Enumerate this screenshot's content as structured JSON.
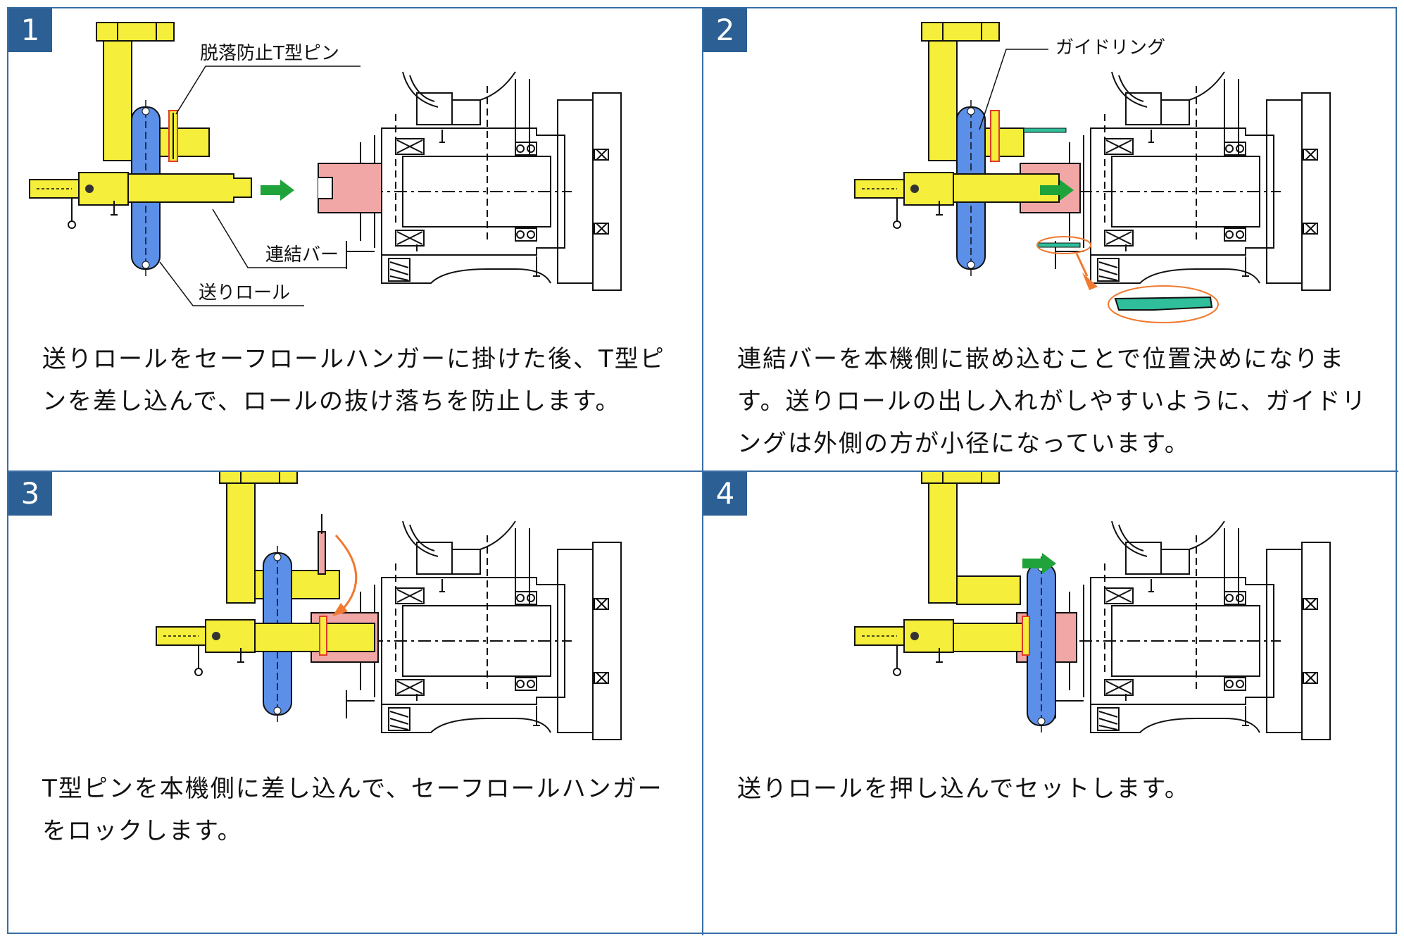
{
  "steps": [
    {
      "number": "1",
      "caption": "送りロールをセーフロールハンガーに掛けた後、T型ピンを差し込んで、ロールの抜け落ちを防止します。",
      "callouts": [
        "脱落防止T型ピン",
        "連結バー",
        "送りロール"
      ]
    },
    {
      "number": "2",
      "caption": "連結バーを本機側に嵌め込むことで位置決めになります。送りロールの出し入れがしやすいように、ガイドリングは外側の方が小径になっています。",
      "callouts": [
        "ガイドリング"
      ]
    },
    {
      "number": "3",
      "caption": "T型ピンを本機側に差し込んで、セーフロールハンガーをロックします。",
      "callouts": []
    },
    {
      "number": "4",
      "caption": "送りロールを押し込んでセットします。",
      "callouts": []
    }
  ],
  "colors": {
    "border": "#3a6ea5",
    "badge": "#2c5f93",
    "hanger": "#f5ee3a",
    "roll": "#5b8fe8",
    "coupling": "#f2a7a7",
    "guide_ring": "#2fbf9a",
    "arrow": "#1fa33a",
    "highlight": "#f07a30"
  }
}
